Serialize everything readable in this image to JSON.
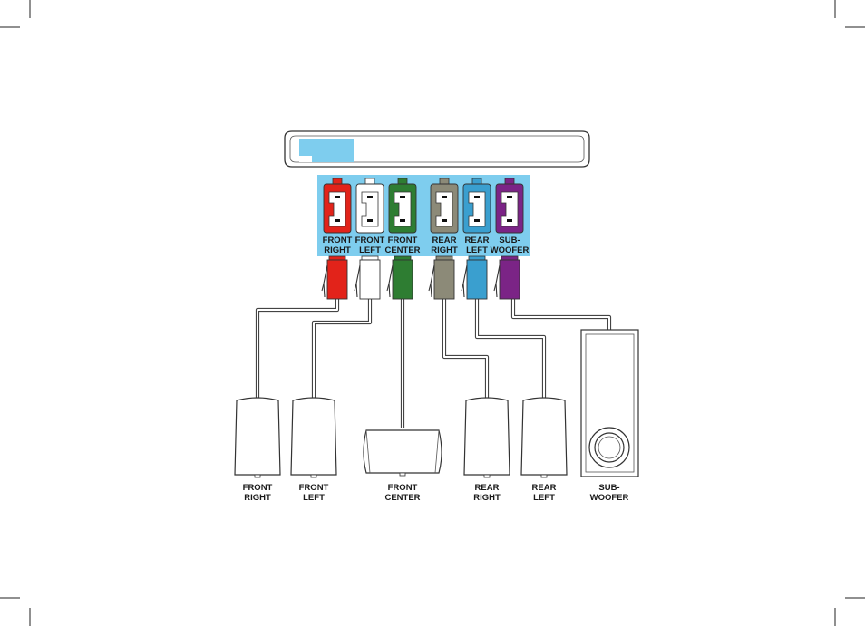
{
  "diagram": {
    "ports": [
      {
        "id": "front-right",
        "line1": "FRONT",
        "line2": "RIGHT",
        "color": "#e2231a"
      },
      {
        "id": "front-left",
        "line1": "FRONT",
        "line2": "LEFT",
        "color": "#ffffff"
      },
      {
        "id": "front-center",
        "line1": "FRONT",
        "line2": "CENTER",
        "color": "#2e7d32"
      },
      {
        "id": "rear-right",
        "line1": "REAR",
        "line2": "RIGHT",
        "color": "#8c8a78"
      },
      {
        "id": "rear-left",
        "line1": "REAR",
        "line2": "LEFT",
        "color": "#3a9fcf"
      },
      {
        "id": "subwoofer",
        "line1": "SUB-",
        "line2": "WOOFER",
        "color": "#7b2486"
      }
    ],
    "speakers": [
      {
        "id": "front-right",
        "line1": "FRONT",
        "line2": "RIGHT"
      },
      {
        "id": "front-left",
        "line1": "FRONT",
        "line2": "LEFT"
      },
      {
        "id": "front-center",
        "line1": "FRONT",
        "line2": "CENTER"
      },
      {
        "id": "rear-right",
        "line1": "REAR",
        "line2": "RIGHT"
      },
      {
        "id": "rear-left",
        "line1": "REAR",
        "line2": "LEFT"
      },
      {
        "id": "subwoofer",
        "line1": "SUB-",
        "line2": "WOOFER"
      }
    ],
    "colors": {
      "panel": "#7ecdee",
      "outline": "#333333",
      "device": "#ffffff"
    }
  }
}
